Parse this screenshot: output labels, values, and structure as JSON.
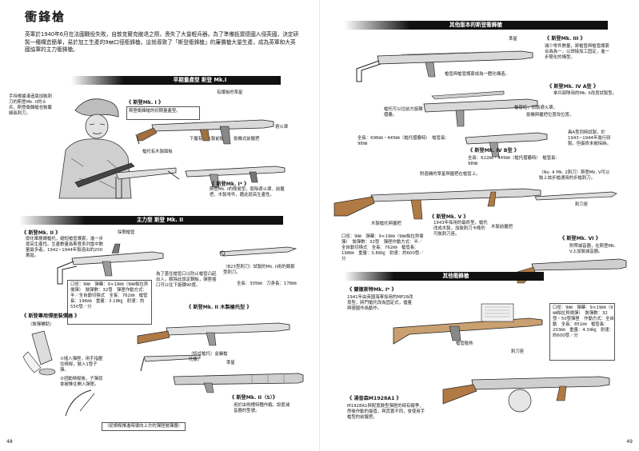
{
  "left": {
    "title": "衝鋒槍",
    "intro": "英軍於1940年6月在法國戰役失敗，自敦克爾克撤退之際，喪失了大量輕兵器。為了準備抵禦德國入侵英國，決定研製一種構造簡單，易於加工生產的9㎜口徑衝鋒槍。這就導致了「斯登衝鋒槍」的廉價槍大量生產，成為英軍和大英國協軍的主力衝鋒槍。",
    "sec_early": "早期量產型 斯登 Mk.I",
    "soldier_note": "手持根據港造版加裝刺刀的斯登Mk. II的士兵，斯登衝鋒槍也裝載細長刺刀。",
    "mk1": {
      "title": "《 斯登Mk. I 》",
      "desc": "斯登衝鋒槍的初期量產型。",
      "lbl_flash": "有護板的準星",
      "lbl_grip": "下握有的木製前握",
      "lbl_trigger": "扳機式前握把",
      "lbl_stock": "槍托有木製面板",
      "lbl_magwell": "避火罩"
    },
    "mk1star": {
      "title": "《 斯登Mk. I* 》",
      "desc": "斯登Mk. I的簡易型，廢除避火罩、前握把、木製零件，藉此提高生產性。"
    },
    "sec_main": "主力型 斯登 Mk. II",
    "mk2": {
      "title": "《 斯登Mk. II 》",
      "desc": "廢化單層網槍托，縮短槍管護套，進一步提高生產性。生產數量為斯登系列當中數量最多者。1942~1944年製造出約200萬挺。",
      "lbl_sight": "採簡槍管",
      "specs": "口徑：9㎜　彈藥：9×19㎜（9㎜帕拉貝倫彈）　裝彈數：32發　彈匣作動方式：半／全自動切換式　全長：762㎜　槍管長：196㎜　重量：3.18㎏　射速：約550發／分",
      "bayonet_note": "為了蓋住槍管口以防止槍管凸起出入，解除此設定鋼板，彈匣插口可以往下旋轉90度。",
      "bayonet_caption": "（B23型刺刀）試製的Mk. II用的鎖套型刺刀。",
      "bayonet_spec": "全長：305㎜　刀身長：178㎜"
    },
    "mk2wood": {
      "title": "《 斯登Mk. II 木製槍托型 》",
      "note": "（短式槍托）金屬槍托版。"
    },
    "mag": {
      "title": "《 斯登專用彈匣裝彈器 》",
      "sub": "〔裝彈輔助〕",
      "step1": "①插入彈匣，用手指壓住槓桿，裝入1發子彈。",
      "step2": "②扭動槓桿後，子彈就會被推往開入彈匣。",
      "caption": "（從槓桿推進時導向上方的彈匣裝彈器）"
    },
    "mk2s": {
      "title": "《 斯登Mk. II（S）》",
      "lbl_front": "準星",
      "desc": "用於由飛槽特種作戰，設置減音器的型號。"
    },
    "page_number": "48"
  },
  "right": {
    "sec_other": "其他版本的斯登衝鋒槍",
    "mk3": {
      "title": "《 斯登Mk. III 》",
      "desc": "減少零件數量，將槍管與槍管護套合為為一，以焊接加工固定，進一步簡化的構型。",
      "lbl_front": "準星",
      "lbl_shroud": "槍管與槍管護套成為一體化構造。"
    },
    "mk4a": {
      "title": "《 斯登Mk. IV A型 》",
      "desc": "傘兵部隊用的Mk. II改良試製型。",
      "lbl_grip": "槍托可以往前方旋轉摺疊。",
      "lbl_muzzle": "槍管短，加裝避火罩。",
      "lbl_pistol": "扳機與握把位置改位置。",
      "specs": "全長：696㎜・445㎜（槍托摺疊時）　槍管長：98㎜"
    },
    "mk4b": {
      "title": "《 斯登Mk. IV B型 》",
      "desc": "具A型同時試製，於1943~1944年進行研製，但最終未被採納。",
      "specs": "全長：622㎜・445㎜（槍托摺疊時）　槍管長：98㎜"
    },
    "mk5": {
      "lbl_bayonet": "附造機的準星與握把在槍管上。",
      "lbl_wood": "木製槍托與握把",
      "title": "《 斯登Mk. V 》",
      "desc": "1943年採用的最終型，槍托改成木製，加裝刺刀卡榫的可裝刺刀座。",
      "lbl_grip": "木製前握把",
      "specs": "口徑：9㎜　彈藥：9×19㎜（9㎜帕拉貝倫彈）　裝彈數：32發　彈匣作動方式：半／全自動切換式　全長：762㎜　槍管長：198㎜　重量：3.86㎏　射速：約600發／分",
      "lbl_no4": "（No. 4 Mk. 2刺刀）斯登Mk. V可以裝上該步槍通用的步槍刺刀。",
      "lbl_bayonet_lug": "刺刀座"
    },
    "mk6": {
      "title": "《 斯登Mk. VI 》",
      "desc": "附帶滅音器，在斯登Mk. V上加裝減音器。"
    },
    "sec_others": "其他衝鋒槍",
    "lanchester": {
      "title": "《 蘭徹斯特Mk. I* 》",
      "desc": "1941年由英國海軍採用的MP28改良型，將門槍托改為固定式，儘量與德國作為動作。",
      "lbl_mag": "槍管散熱",
      "lbl_bayonet": "刺刀座",
      "specs": "口徑：9㎜　彈藥：9×19㎜（9㎜帕拉貝倫彈）　裝彈數：32發・50發彈匣　作動方式：全自動　全長：851㎜　槍管長：203㎜　重量：4.34㎏　射速：約600發／分"
    },
    "thompson": {
      "title": "《 湯普森M1928A1 》",
      "desc": "M1928A1與配置鼓型彈匣的時有戰爭，然後作動的最值，與其實不同，會使用手槍型的前握把。"
    },
    "page_number": "49"
  }
}
